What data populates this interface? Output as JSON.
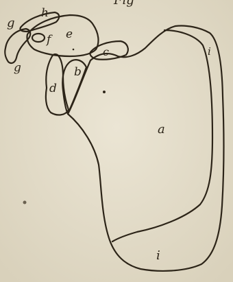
{
  "figure": {
    "heading": "Fig",
    "labels": {
      "a": "a",
      "b": "b",
      "c": "c",
      "d": "d",
      "e": "e",
      "f": "f",
      "g_upper": "g",
      "g_lower": "g",
      "h": "h",
      "i_upper": "i",
      "i_lower": "i"
    }
  },
  "colors": {
    "paper": "#e6dfcd",
    "paper_shade": "#ddd5c0",
    "ink": "#2c2418"
  }
}
